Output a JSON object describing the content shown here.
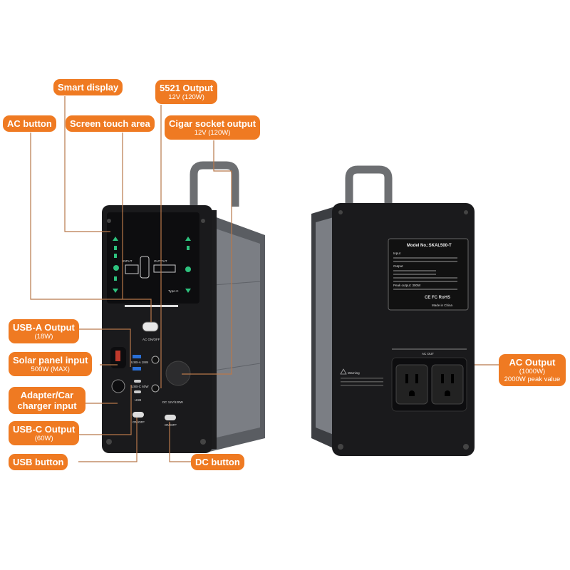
{
  "callouts": {
    "smart_display": {
      "title": "Smart display"
    },
    "output_5521": {
      "title": "5521 Output",
      "sub": "12V  (120W)"
    },
    "ac_button": {
      "title": "AC button"
    },
    "screen_touch": {
      "title": "Screen touch area"
    },
    "cigar_socket": {
      "title": "Cigar socket output",
      "sub": "12V  (120W)"
    },
    "usb_a": {
      "title": "USB-A Output",
      "sub": "(18W)"
    },
    "solar": {
      "title": "Solar panel input",
      "sub": "500W (MAX)"
    },
    "adapter": {
      "title": "Adapter/Car charger input"
    },
    "usb_c": {
      "title": "USB-C Output",
      "sub": "(60W)"
    },
    "usb_button": {
      "title": "USB button"
    },
    "dc_button": {
      "title": "DC button"
    },
    "ac_output": {
      "title": "AC Output",
      "sub": "(1000W)",
      "sub2": "2000W peak value"
    }
  },
  "front_panel": {
    "ac_onoff": "AC ON/OFF",
    "usb": "USB",
    "usb_onoff": "ON/OFF",
    "dc_onoff": "ON/OFF",
    "dc_label": "DC 12V/120W",
    "usb_a_label": "USB-A 18W",
    "usb_c_label": "USB-C 60W",
    "input": "INPUT",
    "output": "OUTPUT",
    "type_c": "Type-C"
  },
  "back_panel": {
    "model": "Model No.:SKAL500-T",
    "input": "Input",
    "output": "Output",
    "peak": "Peak output: 300W",
    "made_in": "Made in China",
    "marks": "CE FC RoHS",
    "ac_out": "AC OUT",
    "warning": "Warning"
  },
  "colors": {
    "accent": "#ef7a22",
    "leader": "#b8784a"
  }
}
